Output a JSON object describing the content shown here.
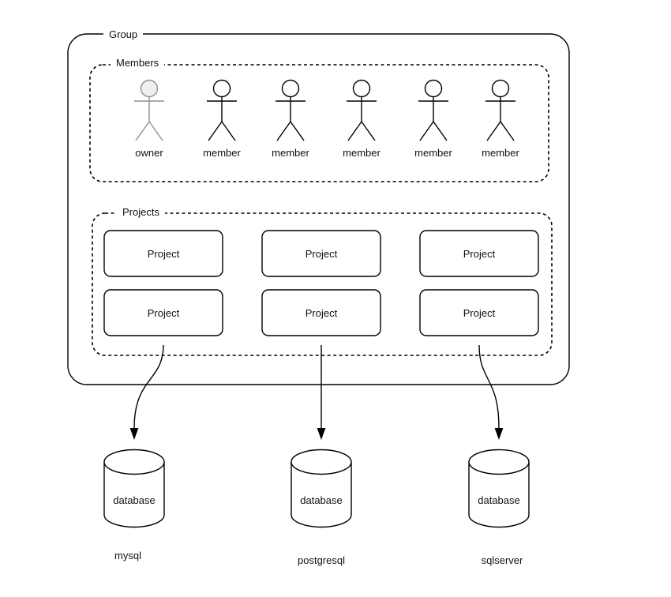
{
  "group": {
    "label": "Group"
  },
  "members": {
    "label": "Members",
    "people": [
      {
        "label": "owner"
      },
      {
        "label": "member"
      },
      {
        "label": "member"
      },
      {
        "label": "member"
      },
      {
        "label": "member"
      },
      {
        "label": "member"
      }
    ]
  },
  "projects": {
    "label": "Projects",
    "items": [
      {
        "label": "Project"
      },
      {
        "label": "Project"
      },
      {
        "label": "Project"
      },
      {
        "label": "Project"
      },
      {
        "label": "Project"
      },
      {
        "label": "Project"
      }
    ]
  },
  "databases": [
    {
      "label": "database",
      "engine": "mysql"
    },
    {
      "label": "database",
      "engine": "postgresql"
    },
    {
      "label": "database",
      "engine": "sqlserver"
    }
  ],
  "colors": {
    "stroke": "#000000",
    "owner_stroke": "#909090",
    "owner_head_fill": "#eeeeee",
    "text": "#111111",
    "background": "#ffffff"
  }
}
